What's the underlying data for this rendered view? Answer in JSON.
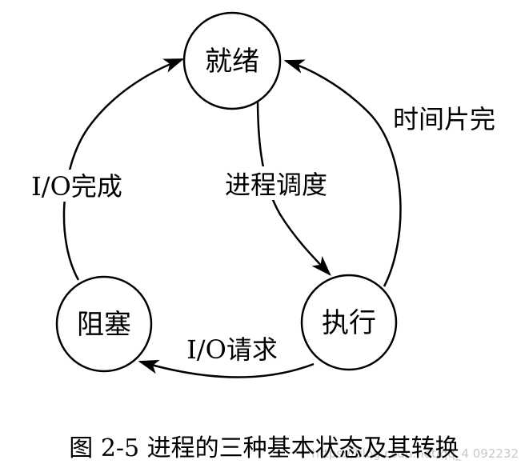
{
  "nodes": {
    "ready": "就绪",
    "running": "执行",
    "blocked": "阻塞"
  },
  "edges": {
    "dispatch": "进程调度",
    "time_slice_expired": "时间片完",
    "io_request": "I/O请求",
    "io_complete": "I/O完成"
  },
  "caption": "图 2-5 进程的三种基本状态及其转换",
  "watermark": "https://blog.csdn.net/qq_4  092232"
}
